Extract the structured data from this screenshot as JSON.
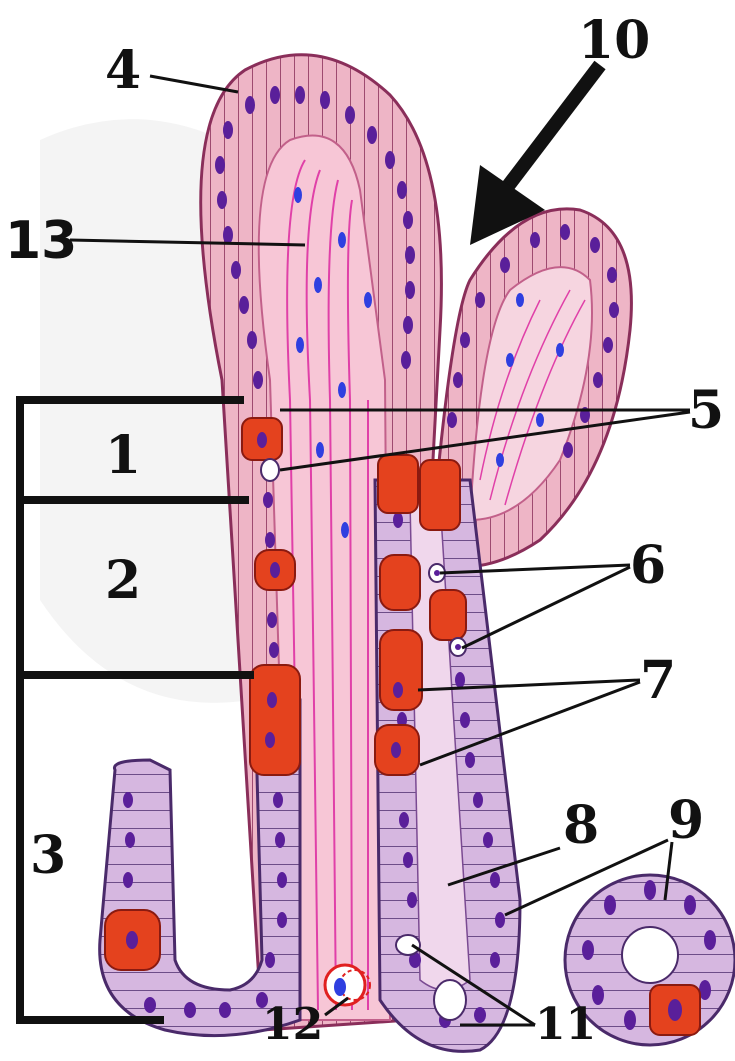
{
  "labels": {
    "l1": "1",
    "l2": "2",
    "l3": "3",
    "l4": "4",
    "l5": "5",
    "l6": "6",
    "l7": "7",
    "l8": "8",
    "l9": "9",
    "l10": "10",
    "l11": "11",
    "l12": "12",
    "l13": "13"
  },
  "colors": {
    "epithelium": "#e9a3b8",
    "nucleus": "#5a1f9a",
    "core": "#f7c6d6",
    "fiber": "#e040a8",
    "bright_cell": "#e4421e",
    "crypt_cell": "#c9a8d8",
    "fibroblast_nucleus": "#2f3fe0"
  }
}
